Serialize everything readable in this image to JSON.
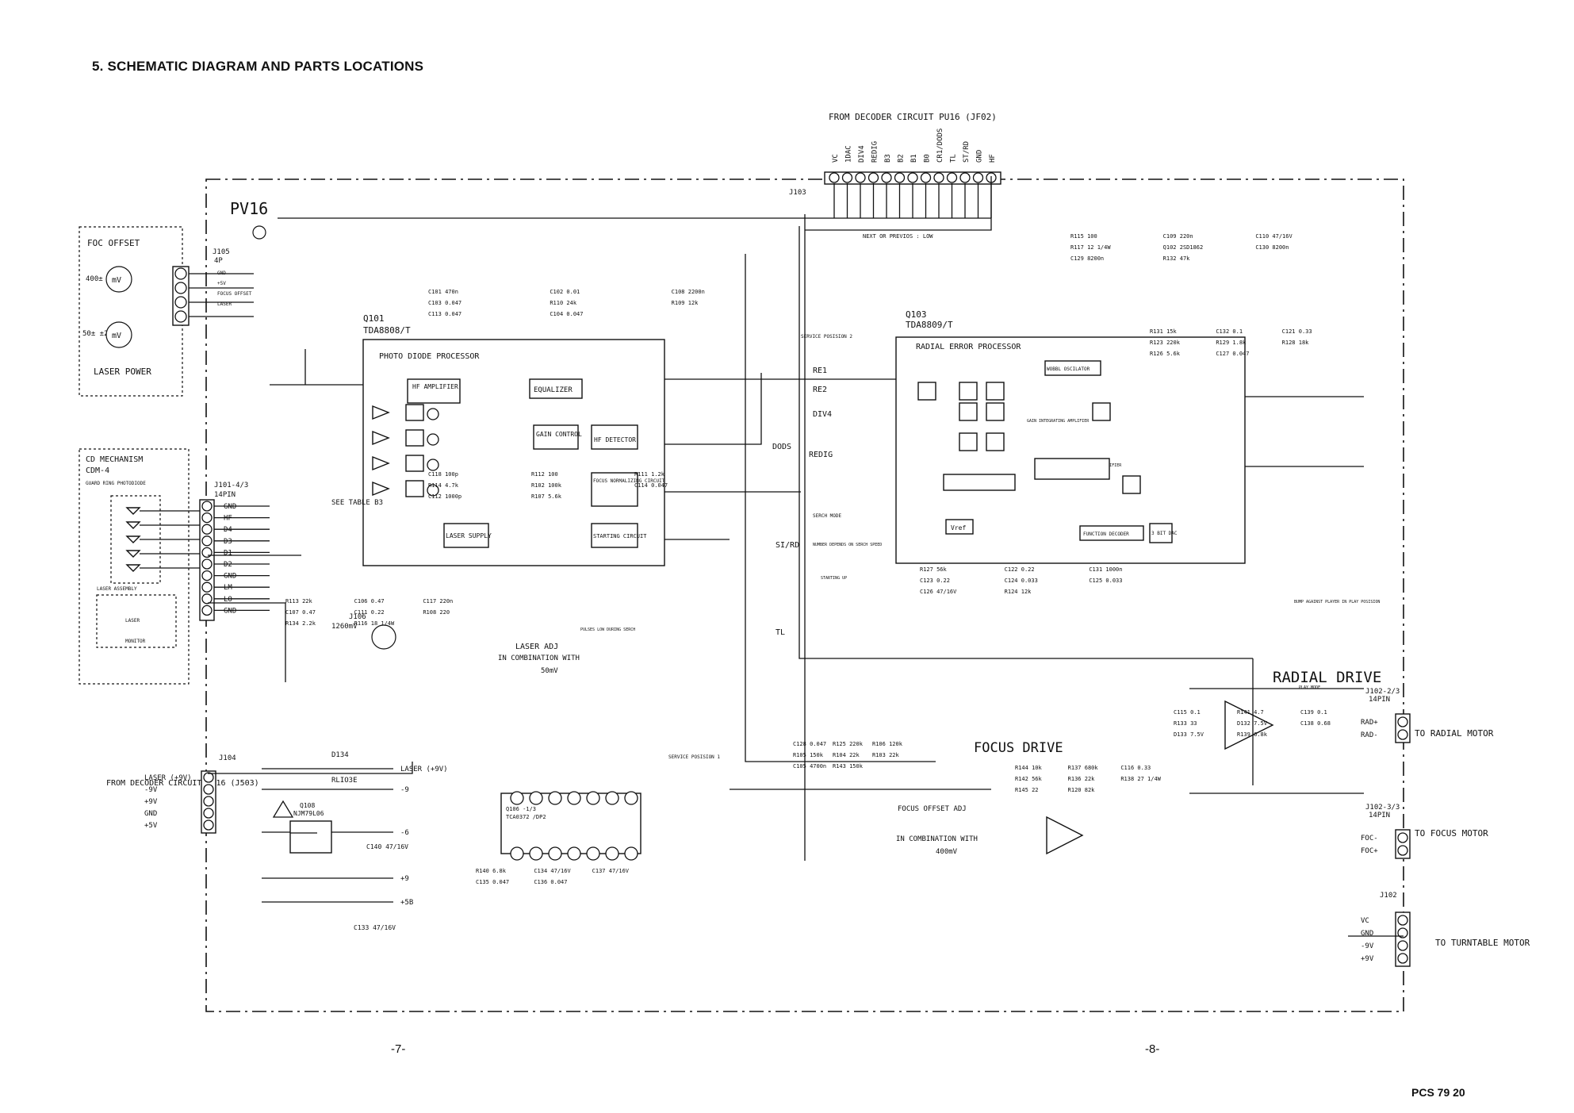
{
  "page_title": "5. SCHEMATIC DIAGRAM AND PARTS LOCATIONS",
  "page_numbers": {
    "left": "-7-",
    "right": "-8-"
  },
  "doc_code": "PCS 79 20",
  "board_name": "PV16",
  "decoder_header": "FROM DECODER CIRCUIT PU16 (JF02)",
  "decoder_pins": [
    "VC",
    "1DAC",
    "DIV4",
    "REDIG",
    "B3",
    "B2",
    "B1",
    "B0",
    "CR1/DODS",
    "TL",
    "ST/RD",
    "GND",
    "HF"
  ],
  "next_prev_note": "NEXT OR PREVIOS : LOW",
  "jacks": {
    "j103": "J103",
    "j105": "J105",
    "j105_pins": "4P",
    "j105_labels": [
      "GND",
      "+5V",
      "FOCUS OFFSET",
      "LASER"
    ],
    "j101": "J101-4/3",
    "j101_pins": "14PIN",
    "j101_labels": [
      "GND",
      "HF",
      "D4",
      "D3",
      "D1",
      "D2",
      "GND",
      "LM",
      "LO",
      "GND"
    ],
    "j104": "J104",
    "j106": "J106",
    "j106_value": "1260mV",
    "j102_2": "J102-2/3",
    "j102_2_pins": "14PIN",
    "j102_3": "J102-3/3",
    "j102_3_pins": "14PIN",
    "j102": "J102"
  },
  "left_boxes": {
    "foc_offset": "FOC OFFSET",
    "foc_value": "400± ±40±",
    "laser_power": "LASER POWER",
    "laser_value": "50± ±2±",
    "cd_mechanism": "CD MECHANISM",
    "cd_model": "CDM-4",
    "guard_ring": "GUARD RING PHOTODIODE",
    "laser_assembly": "LASER ASSEMBLY",
    "laser": "LASER",
    "monitor": "MONITOR"
  },
  "ic_q101": {
    "ref": "Q101",
    "part": "TDA8808/T",
    "title": "PHOTO DIODE PROCESSOR",
    "blocks": [
      "HF AMPLIFIER",
      "EQUALIZER",
      "GAIN CONTROL",
      "HF DETECTOR",
      "FOCUS NORMALIZING CIRCUIT",
      "STARTING CIRCUIT",
      "LASER SUPPLY"
    ]
  },
  "ic_q103": {
    "ref": "Q103",
    "part": "TDA8809/T",
    "title": "RADIAL ERROR PROCESSOR",
    "blocks": [
      "WOBBL OSCILATOR",
      "GAIN INTEGRATING AMPLIFIER",
      "OFFSET INTEGRATING AMPLIFIER",
      "FUNCTION DECODER",
      "3 BIT DAC",
      "Vref"
    ]
  },
  "signals": [
    "RE1",
    "RE2",
    "DIV4",
    "DODS",
    "REDIG",
    "SI/RD",
    "TL"
  ],
  "notes": {
    "see_table": "SEE TABLE B3",
    "service_pos_1": "SERVICE POSISION 1",
    "service_pos_2": "SERVICE POSISION 2",
    "search_mode": "SERCH MODE",
    "search_note": "NUMBER DEPENDS ON SERCH SPEED",
    "pulses_note": "PULSES LOW DURING SERCH",
    "starting_up": "STARTING UP",
    "laser_adj": "LASER ADJ",
    "laser_adj_note": "IN COMBINATION WITH",
    "laser_adj_value": "50mV",
    "focus_offset_adj": "FOCUS OFFSET ADJ",
    "focus_adj_note": "IN COMBINATION WITH",
    "focus_adj_value": "400mV",
    "bump_note": "BUMP AGAINST PLAYER IN PLAY POSISION",
    "play_mode": "PLAY MODE"
  },
  "sections": {
    "radial_drive": "RADIAL DRIVE",
    "focus_drive": "FOCUS DRIVE"
  },
  "outputs": {
    "radial_motor": "TO RADIAL MOTOR",
    "focus_motor": "TO FOCUS MOTOR",
    "turntable_motor": "TO TURNTABLE MOTOR",
    "rad_pins": [
      "RAD+",
      "RAD-"
    ],
    "foc_pins": [
      "FOC-",
      "FOC+"
    ],
    "tt_pins": [
      "VC",
      "GND",
      "-9V",
      "+9V"
    ]
  },
  "power": {
    "from_decoder": "FROM DECODER CIRCUIT PU16 (J503)",
    "rails": [
      "LASER (+9V)",
      "-9V",
      "+9V",
      "GND",
      "+5V"
    ],
    "d134": "D134",
    "d134_part": "RLIO3E",
    "q108": "Q108",
    "q108_part": "NJM79L06",
    "c140": "C140 47/16V",
    "c133": "C133 47/16V",
    "out_labels": [
      "LASER (+9V)",
      "-9",
      "-6",
      "+9",
      "+5B"
    ]
  },
  "q106_opamp": {
    "ref": "Q106 -1/3",
    "part": "TCA0372 /DP2"
  },
  "components": [
    "C101 470n",
    "C102 0.01",
    "C108 2200n",
    "C103 0.047",
    "R110 24k",
    "R109 12k",
    "C113 0.047",
    "C104 0.047",
    "C118 100p",
    "R112 100",
    "R111 1.2k",
    "R114 4.7k",
    "R102 100k",
    "C114 0.047",
    "C112 1000p",
    "R107 5.6k",
    "R113 22k",
    "C106 0.47",
    "C117 220n",
    "C107 0.47",
    "C111 0.22",
    "R108 220",
    "R134 2.2k",
    "R116 18 1/4W",
    "R115 100",
    "C109 220n",
    "C110 47/16V",
    "R117 12 1/4W",
    "Q102 2SD1862",
    "C130 8200n",
    "C129 8200n",
    "R132 47k",
    "R131 15k",
    "C132 0.1",
    "C121 0.33",
    "R123 220k",
    "R129 1.8k",
    "R128 18k",
    "R126 5.6k",
    "C127 0.047",
    "R127 56k",
    "C122 0.22",
    "C131 1000n",
    "C123 0.22",
    "C124 0.033",
    "C125 0.033",
    "C126 47/16V",
    "R124 12k",
    "C128 0.047",
    "R125 220k",
    "R106 120k",
    "R105 150k",
    "R104 22k",
    "R103 22k",
    "C105 4700n",
    "R143 150k",
    "R144 10k",
    "R137 680k",
    "C116 0.33",
    "R142 56k",
    "R136 22k",
    "R138 27 1/4W",
    "R145 22",
    "R120 82k",
    "C115 0.1",
    "R141 4.7",
    "C139 0.1",
    "R133 33",
    "D132 7.5V",
    "C138 0.68",
    "D133 7.5V",
    "R139 6.8k",
    "R140 6.8k",
    "C134 47/16V",
    "C137 47/16V",
    "C135 0.047",
    "C136 0.047"
  ]
}
